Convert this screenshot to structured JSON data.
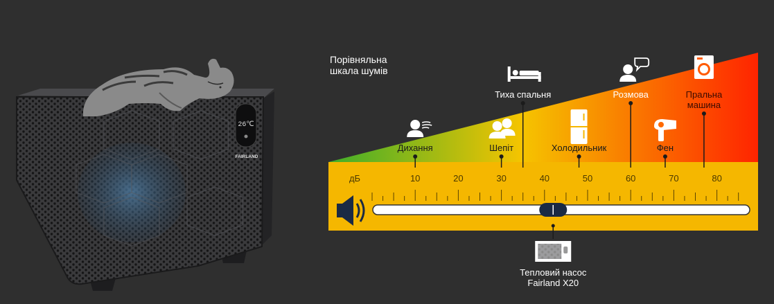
{
  "scale_title": [
    "Порівняльна",
    "шкала шумів"
  ],
  "unit": "дБ",
  "scale": {
    "min": 0,
    "max": 90,
    "ticks": [
      10,
      20,
      30,
      40,
      50,
      60,
      70,
      80
    ]
  },
  "markers": [
    {
      "id": "breathing",
      "label": [
        "Дихання"
      ],
      "db": 10,
      "icon": "breathing-person-icon"
    },
    {
      "id": "whisper",
      "label": [
        "Шепіт"
      ],
      "db": 30,
      "icon": "whispering-people-icon"
    },
    {
      "id": "bedroom",
      "label": [
        "Тиха спальня"
      ],
      "db": 35,
      "icon": "bed-icon"
    },
    {
      "id": "fridge",
      "label": [
        "Холодильник"
      ],
      "db": 48,
      "icon": "fridge-icon"
    },
    {
      "id": "talk",
      "label": [
        "Розмова"
      ],
      "db": 60,
      "icon": "talking-person-icon"
    },
    {
      "id": "dryer",
      "label": [
        "Фен"
      ],
      "db": 68,
      "icon": "hair-dryer-icon"
    },
    {
      "id": "washer",
      "label": [
        "Пральна",
        "машина"
      ],
      "db": 77,
      "icon": "washing-machine-icon"
    }
  ],
  "product": {
    "db": 42,
    "label": [
      "Тепловий насос",
      "Fairland X20"
    ],
    "brand": "FAIRLAND",
    "display": "26℃",
    "icon": "heat-pump-icon"
  },
  "colors": {
    "gradient_start": "#3fae2a",
    "gradient_mid": "#f5c400",
    "gradient_end": "#ff2400",
    "band": "#f5b700"
  }
}
